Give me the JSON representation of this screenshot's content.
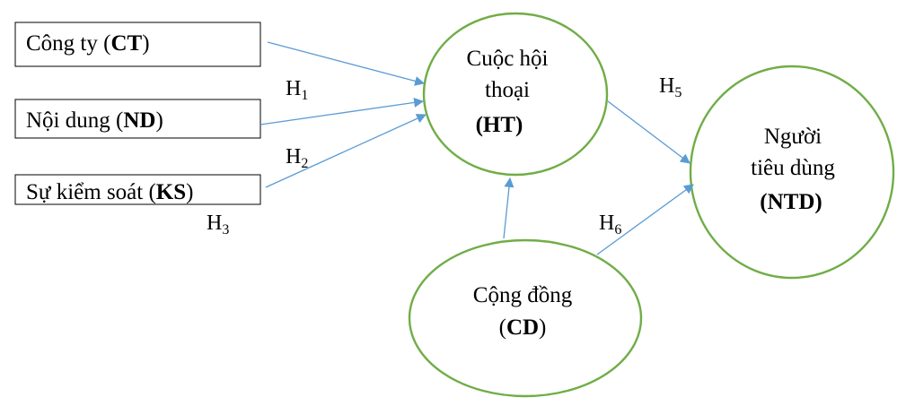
{
  "nodes": {
    "ct": {
      "name": "Công ty",
      "open": " (",
      "code": "CT",
      "close": ")"
    },
    "nd": {
      "name": "Nội dung",
      "open": " (",
      "code": "ND",
      "close": ")"
    },
    "ks": {
      "name": "Sự kiểm soát",
      "open": " (",
      "code": "KS",
      "close": ")"
    },
    "ht": {
      "line1": "Cuộc hội",
      "line2": "thoại",
      "code": "(HT)"
    },
    "ntd": {
      "line1": "Người",
      "line2": "tiêu dùng",
      "code": "(NTD)"
    },
    "cd": {
      "name": "Cộng đồng",
      "open": "(",
      "code": "CD",
      "close": ")"
    }
  },
  "hypotheses": [
    {
      "letter": "H",
      "num": "1"
    },
    {
      "letter": "H",
      "num": "2"
    },
    {
      "letter": "H",
      "num": "3"
    },
    {
      "letter": "H",
      "num": "5"
    },
    {
      "letter": "H",
      "num": "6"
    }
  ],
  "colors": {
    "ellipse_stroke": "#70ad47",
    "arrow": "#5b9bd5",
    "box_stroke": "#000000"
  }
}
